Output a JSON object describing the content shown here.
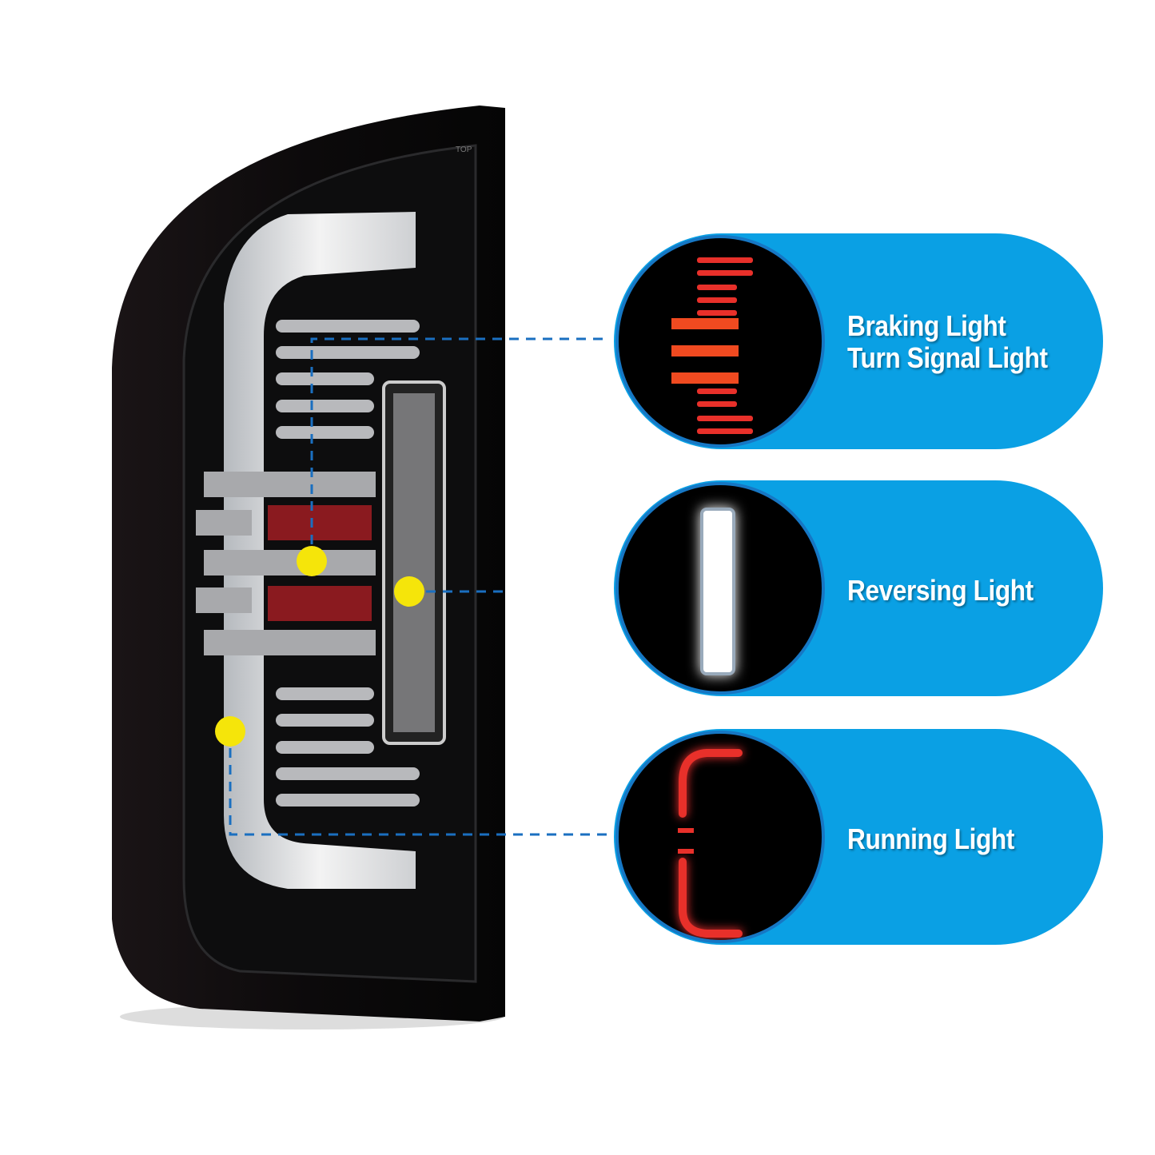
{
  "callouts": [
    {
      "lines": [
        "Braking Light",
        "Turn Signal Light"
      ]
    },
    {
      "lines": [
        "Reversing Light"
      ]
    },
    {
      "lines": [
        "Running Light"
      ]
    }
  ],
  "lamp_marking": "TOP",
  "colors": {
    "pill": "#0aa0e4",
    "ring": "#1677c4",
    "dash": "#1a6fc0",
    "marker": "#f5e50a",
    "brake": "#e8302a"
  }
}
